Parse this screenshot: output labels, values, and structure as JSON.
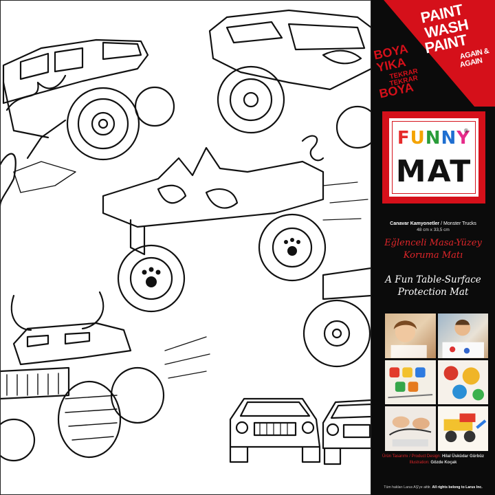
{
  "brand": {
    "funny_letters": [
      {
        "ch": "F",
        "color": "#e62b2b"
      },
      {
        "ch": "U",
        "color": "#f4a300"
      },
      {
        "ch": "N",
        "color": "#2a9d3a"
      },
      {
        "ch": "N",
        "color": "#1f6fd1"
      },
      {
        "ch": "Y",
        "color": "#e62b8a"
      }
    ],
    "registered": "®",
    "mat": "MAT",
    "accent_red": "#d5101a",
    "panel_black": "#0b0b0b"
  },
  "slogan": {
    "en_line1": "PAINT",
    "en_line2": "WASH",
    "en_line3": "PAINT",
    "en_small1": "AGAIN &",
    "en_small2": "AGAIN",
    "tr_line1": "BOYA",
    "tr_line2": "YIKA",
    "tr_small1": "TEKRAR",
    "tr_small2": "TEKRAR",
    "tr_line3": "BOYA"
  },
  "product": {
    "name_tr": "Canavar Kamyonetler",
    "name_sep": " / ",
    "name_en": "Monster Trucks",
    "size": "48 cm x 33,5 cm",
    "tagline_tr_1": "Eğlenceli Masa-Yüzey",
    "tagline_tr_2": "Koruma Matı",
    "tagline_en_1": "A Fun Table-Surface",
    "tagline_en_2": "Protection Mat"
  },
  "credits": {
    "design_label": "Ürün Tasarımı / Product Design: ",
    "design_name": "Hilal Üsküdar Gürbüz",
    "illus_label": "Illustration: ",
    "illus_name": "Gözde Koçak"
  },
  "footer": {
    "text1": "Tüm hakları Larus AŞ'ye aittir. ",
    "text2": "All rights belong to Larus Inc."
  },
  "illustration": {
    "subject": "monster-trucks-coloring-art"
  }
}
